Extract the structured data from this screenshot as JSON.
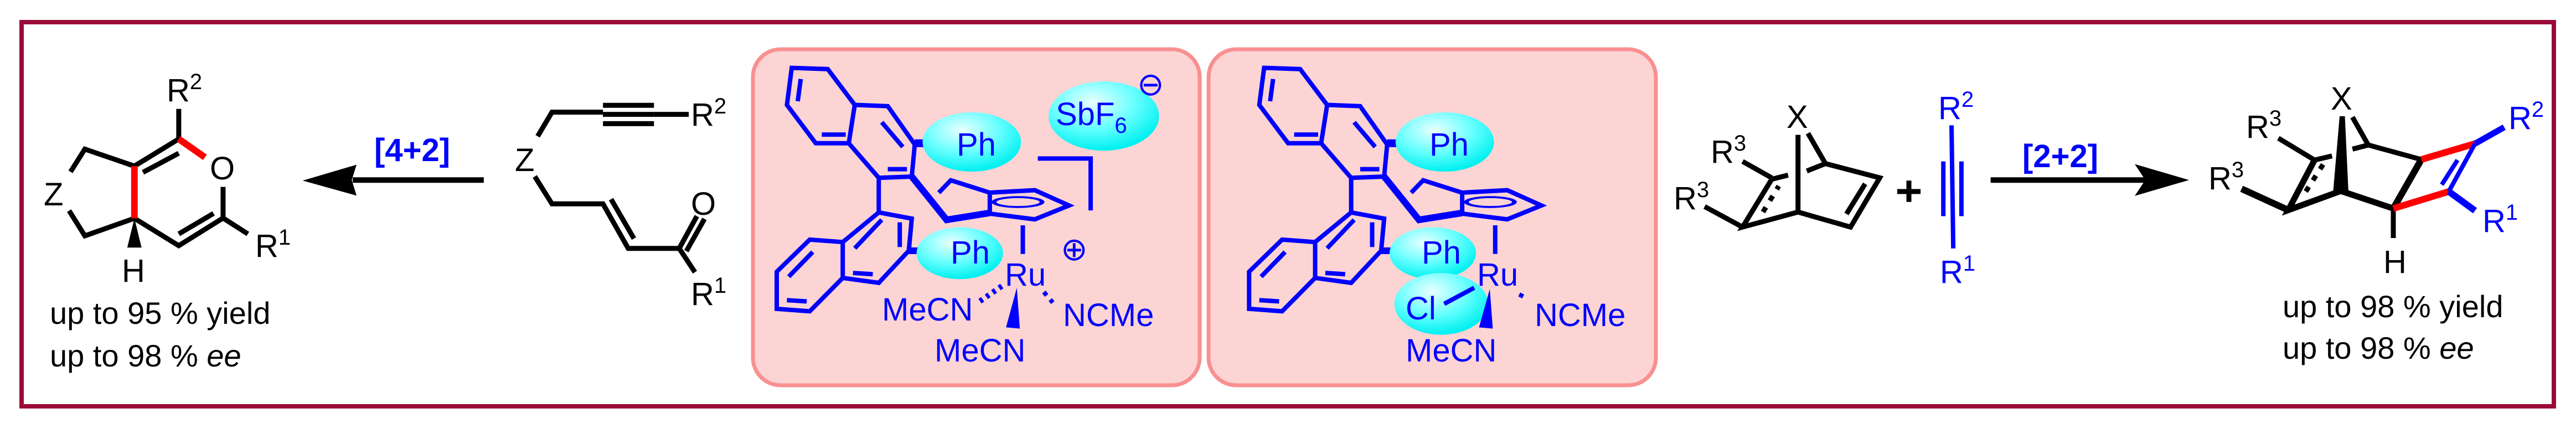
{
  "colors": {
    "frame": "#9b0b37",
    "box_fill": "#fcd4d4",
    "box_stroke": "#f99090",
    "blue": "#0000ff",
    "red": "#ff0000",
    "highlight": "#00ffff"
  },
  "left_product": {
    "r2": "R",
    "r2_sup": "2",
    "o": "O",
    "z": "Z",
    "r1": "R",
    "r1_sup": "1",
    "h": "H",
    "yield": "up to 95 % yield",
    "ee_prefix": "up to 98 % ",
    "ee_suffix": "ee"
  },
  "arrow_left": {
    "label": "[4+2]"
  },
  "left_substrate": {
    "z": "Z",
    "r2": "R",
    "r2_sup": "2",
    "o": "O",
    "r1": "R",
    "r1_sup": "1"
  },
  "catalyst_cationic": {
    "ph_top": "Ph",
    "ph_bottom": "Ph",
    "anion": "SbF",
    "anion_sub": "6",
    "anion_charge": "⊖",
    "cation_charge": "⊕",
    "metal": "Ru",
    "ligand_left": "MeCN",
    "ligand_right": "NCMe",
    "ligand_bottom": "MeCN"
  },
  "catalyst_neutral": {
    "ph_top": "Ph",
    "ph_bottom": "Ph",
    "metal": "Ru",
    "chloride": "Cl",
    "ligand_right": "NCMe",
    "ligand_bottom": "MeCN"
  },
  "right_substrate": {
    "x": "X",
    "r3a": "R",
    "r3a_sup": "3",
    "r3b": "R",
    "r3b_sup": "3",
    "plus": "+",
    "alkyne_r2": "R",
    "alkyne_r2_sup": "2",
    "alkyne_r1": "R",
    "alkyne_r1_sup": "1"
  },
  "arrow_right": {
    "label": "[2+2]"
  },
  "right_product": {
    "x": "X",
    "r3a": "R",
    "r3a_sup": "3",
    "r3b": "R",
    "r3b_sup": "3",
    "r2": "R",
    "r2_sup": "2",
    "r1": "R",
    "r1_sup": "1",
    "h": "H",
    "yield": "up to 98 % yield",
    "ee_prefix": "up to 98 % ",
    "ee_suffix": "ee"
  }
}
